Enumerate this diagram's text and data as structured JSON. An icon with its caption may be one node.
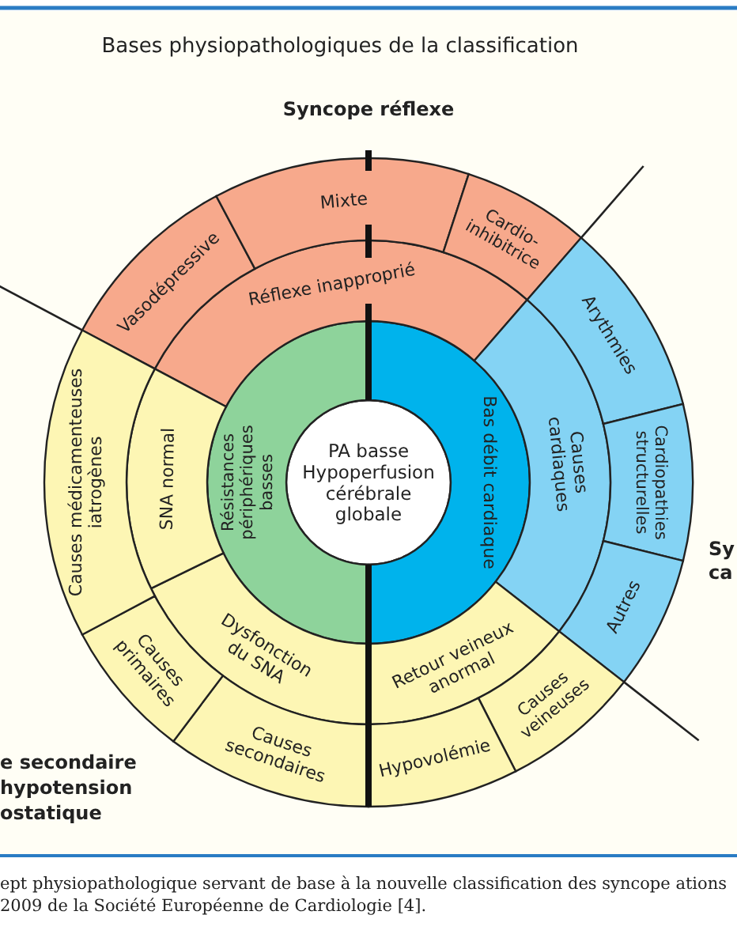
{
  "diagram": {
    "title": "Bases physiopathologiques de la classification",
    "caption": "ept physiopathologique servant de base à la nouvelle classification des syncope ations 2009 de la Société Européenne de Cardiologie [4].",
    "nodes": [
      {
        "text": [
          "PA basse",
          "Hypoperfusion cérébrale globale"
        ]
      },
      {
        "text": [
          "Résistances périphériques basses"
        ]
      },
      {
        "text": [
          "Bas débit cardiaque"
        ]
      },
      {
        "text": [
          "Réflexe inapproprié"
        ]
      },
      {
        "text": [
          "Causes cardiaques"
        ]
      },
      {
        "text": [
          "Retour veineux anormal"
        ]
      },
      {
        "text": [
          "Dysfonction du SNA"
        ]
      },
      {
        "text": [
          "SNA normal"
        ]
      },
      {
        "text": [
          "Vasodépressive"
        ]
      },
      {
        "text": [
          "Mixte"
        ]
      },
      {
        "text": [
          "Cardio-inhibitrice"
        ]
      },
      {
        "text": [
          "Arythmies"
        ]
      },
      {
        "text": [
          "Cardiopathies structurelles"
        ]
      },
      {
        "text": [
          "Autres"
        ]
      },
      {
        "text": [
          "Causes veineuses"
        ]
      },
      {
        "text": [
          "Hypovolémie"
        ]
      },
      {
        "text": [
          "Causes secondaires"
        ]
      },
      {
        "text": [
          "Causes primaires"
        ]
      },
      {
        "text": [
          "Causes médicamenteuses iatrogènes"
        ]
      }
    ],
    "labels": [
      "Syncope réflexe",
      "Sy ca",
      "e secondaire hypotension ostatique"
    ]
  }
}
